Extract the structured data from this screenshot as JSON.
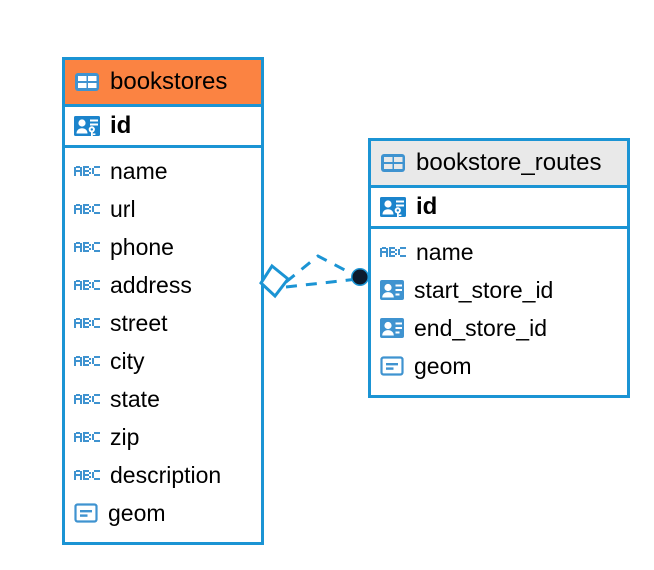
{
  "diagram": {
    "type": "entity-relationship-diagram",
    "background": "#ffffff",
    "accent_color": "#1b94d4",
    "highlight_color": "#fb8342",
    "header_grey": "#e9e9e9"
  },
  "entities": [
    {
      "name": "bookstores",
      "header_style": "accent-orange",
      "primary_key": {
        "label": "id",
        "icon": "primary-key-icon"
      },
      "fields": [
        {
          "label": "name",
          "icon": "abc-text-icon"
        },
        {
          "label": "url",
          "icon": "abc-text-icon"
        },
        {
          "label": "phone",
          "icon": "abc-text-icon"
        },
        {
          "label": "address",
          "icon": "abc-text-icon"
        },
        {
          "label": "street",
          "icon": "abc-text-icon"
        },
        {
          "label": "city",
          "icon": "abc-text-icon"
        },
        {
          "label": "state",
          "icon": "abc-text-icon"
        },
        {
          "label": "zip",
          "icon": "abc-text-icon"
        },
        {
          "label": "description",
          "icon": "abc-text-icon"
        },
        {
          "label": "geom",
          "icon": "geometry-icon"
        }
      ]
    },
    {
      "name": "bookstore_routes",
      "header_style": "accent-grey",
      "primary_key": {
        "label": "id",
        "icon": "primary-key-icon"
      },
      "fields": [
        {
          "label": "name",
          "icon": "abc-text-icon"
        },
        {
          "label": "start_store_id",
          "icon": "foreign-key-icon"
        },
        {
          "label": "end_store_id",
          "icon": "foreign-key-icon"
        },
        {
          "label": "geom",
          "icon": "geometry-icon"
        }
      ]
    }
  ],
  "relationship": {
    "from_entity": "bookstores",
    "to_entity": "bookstore_routes",
    "from_marker": "diamond-marker",
    "to_marker": "filled-circle-marker",
    "line_style": "dashed",
    "line_color": "#1b94d4"
  }
}
